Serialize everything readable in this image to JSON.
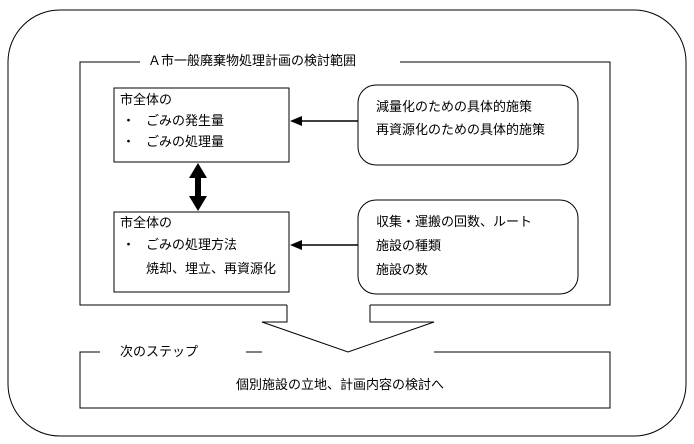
{
  "scope": {
    "title": "Ａ市一般廃棄物処理計画の検討範囲"
  },
  "box_amount": {
    "heading": "市全体の",
    "items": [
      "ごみの発生量",
      "ごみの処理量"
    ]
  },
  "box_method": {
    "heading": "市全体の",
    "items": [
      "ごみの処理方法"
    ],
    "subline": "焼却、埋立、再資源化"
  },
  "policy": {
    "lines": [
      "減量化のための具体的施策",
      "再資源化のための具体的施策"
    ]
  },
  "logistics": {
    "lines": [
      "収集・運搬の回数、ルート",
      "施設の種類",
      "施設の数"
    ]
  },
  "next_step": {
    "title": "次のステップ",
    "text": "個別施設の立地、計画内容の検討へ"
  },
  "bullet": "・",
  "colors": {
    "line": "#000000",
    "background": "#ffffff"
  }
}
